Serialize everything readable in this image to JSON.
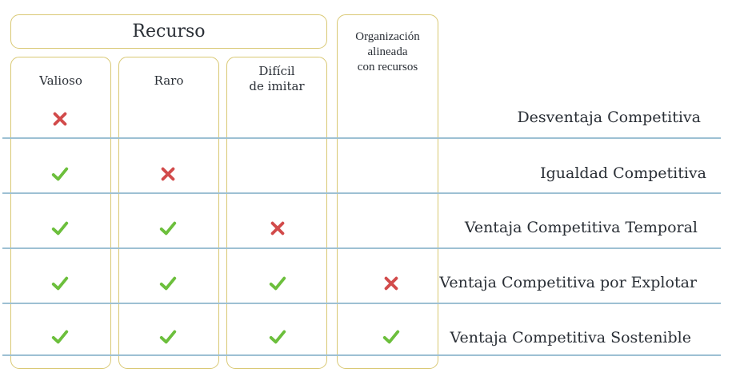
{
  "resource_header": "Recurso",
  "columns": [
    {
      "label_lines": [
        "Valioso"
      ]
    },
    {
      "label_lines": [
        "Raro"
      ]
    },
    {
      "label_lines": [
        "Difícil",
        "de imitar"
      ]
    },
    {
      "label_lines": [
        "Organización",
        "alineada",
        "con recursos"
      ]
    }
  ],
  "rows": [
    {
      "result": "Desventaja Competitiva",
      "marks": [
        "cross",
        null,
        null,
        null
      ]
    },
    {
      "result": "Igualdad Competitiva",
      "marks": [
        "check",
        "cross",
        null,
        null
      ]
    },
    {
      "result": "Ventaja Competitiva Temporal",
      "marks": [
        "check",
        "check",
        "cross",
        null
      ]
    },
    {
      "result": "Ventaja Competitiva por Explotar",
      "marks": [
        "check",
        "check",
        "check",
        "cross"
      ]
    },
    {
      "result": "Ventaja Competitiva Sostenible",
      "marks": [
        "check",
        "check",
        "check",
        "check"
      ]
    }
  ],
  "colors": {
    "check": "#6cbf3c",
    "cross": "#d24b4b",
    "border": "#d9c873",
    "divider": "#9dc0d3"
  }
}
